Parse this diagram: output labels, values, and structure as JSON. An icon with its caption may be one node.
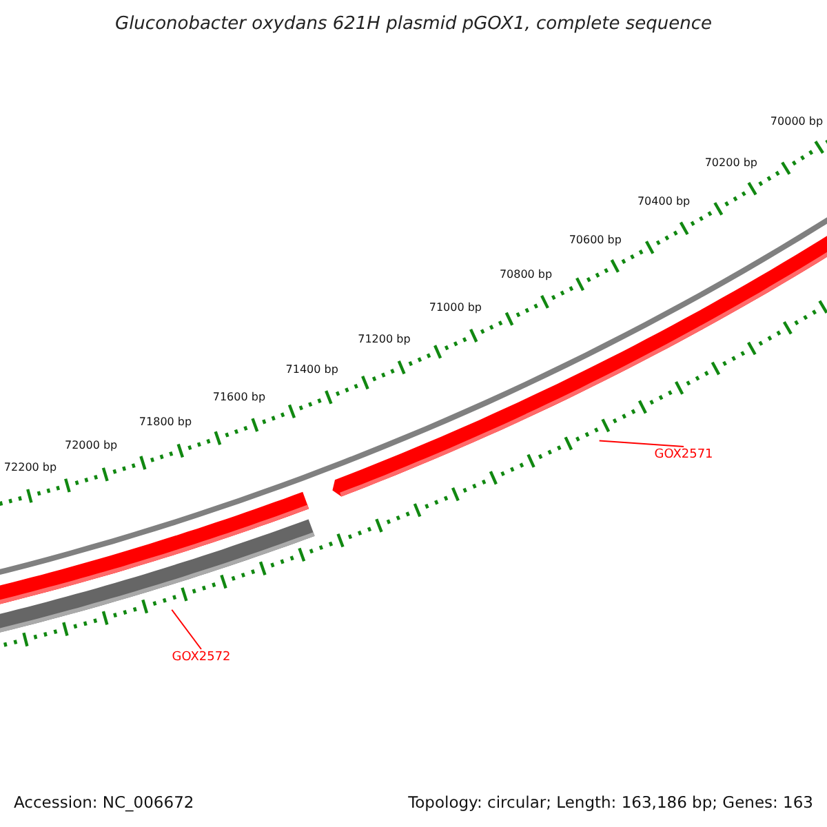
{
  "diagram": {
    "title": "Gluconobacter oxydans 621H plasmid pGOX1, complete sequence",
    "nodes": [
      {
        "text": [
          "GOX2571"
        ]
      },
      {
        "text": [
          "GOX2572"
        ]
      }
    ],
    "edges": [
      {
        "from": 0,
        "to": null,
        "arrow": "none"
      },
      {
        "from": 1,
        "to": null,
        "arrow": "none"
      }
    ],
    "labels": [
      "70000 bp",
      "70200 bp",
      "70400 bp",
      "70600 bp",
      "70800 bp",
      "71000 bp",
      "71200 bp",
      "71400 bp",
      "71600 bp",
      "71800 bp",
      "72000 bp",
      "72200 bp",
      "Accession: NC_006672",
      "Topology: circular; Length: 163,186 bp; Genes: 163"
    ]
  }
}
